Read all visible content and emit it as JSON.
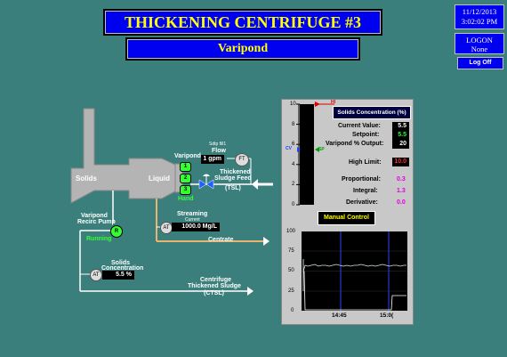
{
  "header": {
    "title": "THICKENING CENTRIFUGE #3",
    "subtitle": "Varipond"
  },
  "clock": {
    "date": "11/12/2013",
    "time": "3:02:02 PM"
  },
  "logon": {
    "label": "LOGON",
    "user": "None",
    "logoff_label": "Log Off"
  },
  "process": {
    "solids_label": "Solids",
    "liquid_label": "Liquid",
    "varipond_label": "Varipond",
    "valves": [
      "1",
      "2",
      "3"
    ],
    "hand_label": "Hand",
    "flow": {
      "tag": "Sdtp fill1",
      "label": "Flow",
      "value": "1  gpm",
      "instrument": "FT"
    },
    "thickened_feed": {
      "line1": "Thickened",
      "line2": "Sludge Feed",
      "line3": "(TSL)"
    },
    "streaming": {
      "label": "Streaming",
      "sublabel": "Current",
      "value": "1000.0  Mg/L",
      "instrument": "AT"
    },
    "centrate_label": "Centrate",
    "pump": {
      "line1": "Varipond",
      "line2": "Recirc Pump",
      "status": "Running",
      "symbol": "R"
    },
    "solids_conc": {
      "line1": "Solids",
      "line2": "Concentration",
      "value": "5.5  %",
      "instrument": "AT"
    },
    "ctsl": {
      "line1": "Centrifuge",
      "line2": "Thickened Sludge",
      "line3": "(CTSL)"
    }
  },
  "control": {
    "title": "Solids Concentration (%)",
    "scale": [
      "10",
      "8",
      "6",
      "4",
      "2",
      "0"
    ],
    "cv_label": "CV",
    "sp_label": "SP",
    "hi_label": "HI",
    "current_value_label": "Current Value:",
    "current_value": "5.5",
    "setpoint_label": "Setpoint:",
    "setpoint": "5.5",
    "varipond_output_label": "Varipond % Output:",
    "varipond_output": "20",
    "high_limit_label": "High Limit:",
    "high_limit": "10.0",
    "proportional_label": "Proportional:",
    "proportional": "0.3",
    "integral_label": "Integral:",
    "integral": "1.3",
    "derivative_label": "Derivative:",
    "derivative": "0.0",
    "mode_label": "Manual Control",
    "trend_y": [
      "100",
      "75",
      "50",
      "25",
      "0"
    ],
    "trend_x": [
      "14:45",
      "15:0("
    ]
  },
  "colors": {
    "background": "#3a7f7b",
    "header": "#0000f0",
    "header_text": "#ffff00",
    "green": "#33ff33"
  }
}
